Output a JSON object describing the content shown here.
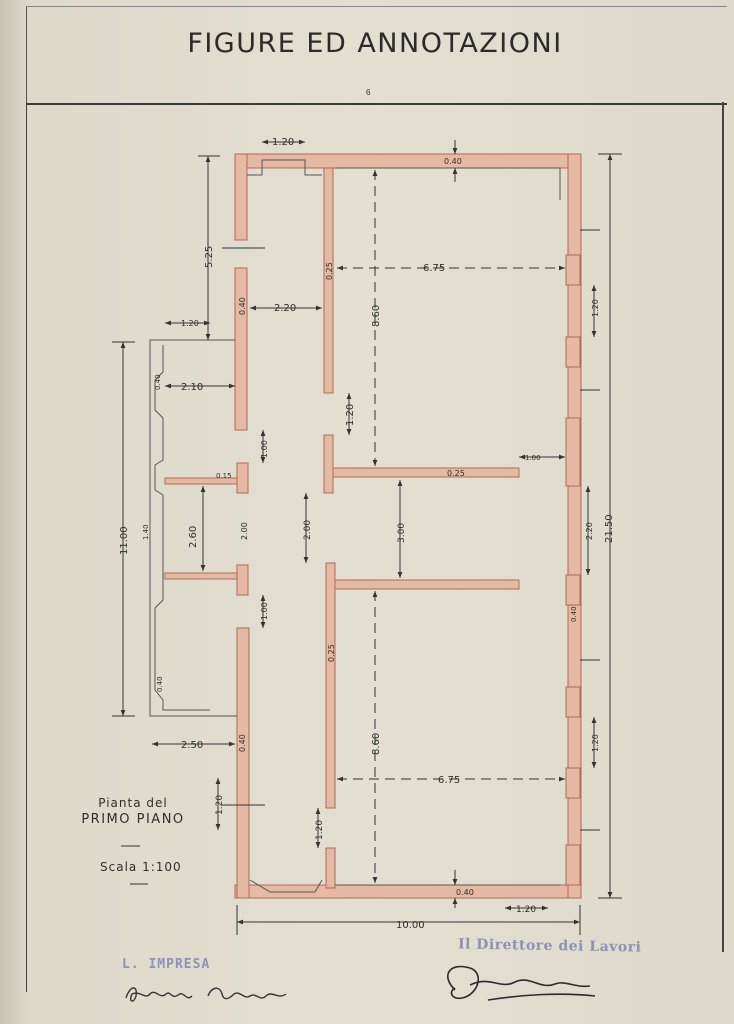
{
  "header": {
    "title": "FIGURE ED ANNOTAZIONI",
    "page_number": "6"
  },
  "plan": {
    "caption_line1": "Pianta del",
    "caption_line2": "PRIMO PIANO",
    "scale": "Scala 1:100",
    "dimensions": {
      "top_opening": "1.20",
      "top_wall": "0.40",
      "upper_left_height": "5.25",
      "upper_wall_thick": "0.40",
      "corridor_width": "2.20",
      "partition_upper": "0.25",
      "room_width_top": "6.75",
      "room_height_top": "8.60",
      "window_right_upper": "1.20",
      "door_upper": "1.20",
      "left_bump": "1.20",
      "left_wall": "0.40",
      "left_room_width": "2.10",
      "left_door_1": "1.00",
      "small_wall": "0.15",
      "mid_partition": "0.25",
      "right_stub": "1.00",
      "left_block_height": "11.00",
      "left_inner": "1.40",
      "left_room2": "2.60",
      "left_room2_b": "2.00",
      "corridor_gap": "2.00",
      "hall_depth": "3.00",
      "total_height": "21.50",
      "right_window_mid": "2.20",
      "right_wall_mid": "0.40",
      "left_door_2": "1.00",
      "partition_lower": "0.25",
      "left_wall_low": "0.40",
      "left_width_low": "2.50",
      "wall_low": "0.40",
      "room_height_low": "8.60",
      "room_width_low": "6.75",
      "window_right_low": "1.20",
      "door_low_left": "1.20",
      "door_low": "1.20",
      "bottom_wall": "0.40",
      "bottom_opening": "1.20",
      "total_width": "10.00"
    }
  },
  "signatures": {
    "impresa_stamp": "L. IMPRESA",
    "impresa_signature": "Arpoffi Francesco",
    "direttore_stamp": "Il Direttore dei Lavori"
  },
  "colors": {
    "paper": "#e3dfd1",
    "wall_fill": "#e6b9a4",
    "wall_line": "#c47a5e",
    "ink": "#2e2e2e",
    "stamp": "#8a92b8"
  }
}
